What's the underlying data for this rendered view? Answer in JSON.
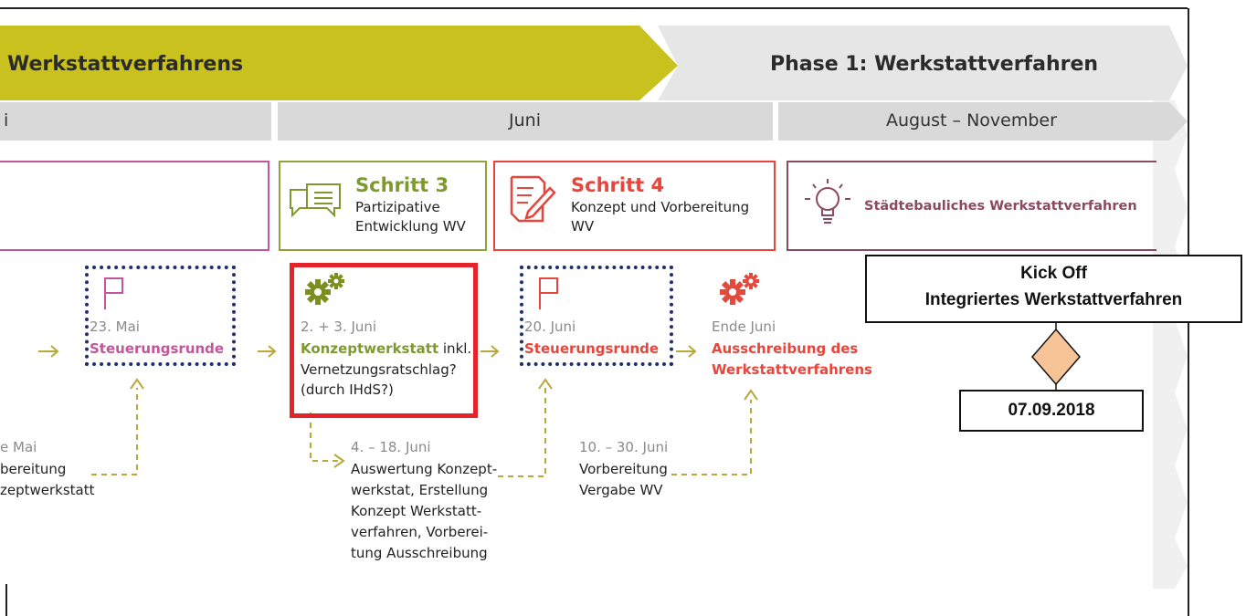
{
  "phases": {
    "left": "Werkstattverfahrens",
    "right": "Phase 1: Werkstattverfahren"
  },
  "months": {
    "left": "i",
    "center": "Juni",
    "right": "August – November"
  },
  "steps": {
    "schritt3": {
      "title": "Schritt 3",
      "line1": "Partizipative",
      "line2": "Entwicklung WV"
    },
    "schritt4": {
      "title": "Schritt 4",
      "line1": "Konzept und Vorbereitung",
      "line2": "WV"
    },
    "werkstatt": {
      "label": "Städtebauliches Werkstattverfahren"
    }
  },
  "events": {
    "mai23": {
      "date": "23. Mai",
      "label": "Steuerungsrunde"
    },
    "juni2": {
      "date": "2. + 3. Juni",
      "label": "Konzeptwerkstatt",
      "suffix": " inkl.",
      "line3": "Vernetzungsratschlag?",
      "line4": "(durch IHdS?)"
    },
    "juni20": {
      "date": "20. Juni",
      "label": "Steuerungsrunde"
    },
    "endeJuni": {
      "date": "Ende Juni",
      "line1": "Ausschreibung des",
      "line2": "Werkstattverfahrens"
    }
  },
  "subtasks": {
    "left": {
      "date": "e Mai",
      "line1": "bereitung",
      "line2": "zeptwerkstatt"
    },
    "juni4": {
      "date": "4. – 18. Juni",
      "lines": [
        "Auswertung Konzept-",
        "werkstat, Erstellung",
        "Konzept Werkstatt-",
        "verfahren, Vorberei-",
        "tung Ausschreibung"
      ]
    },
    "juni10": {
      "date": "10. – 30. Juni",
      "line1": "Vorbereitung",
      "line2": "Vergabe WV"
    }
  },
  "kickoff": {
    "line1": "Kick Off",
    "line2": "Integriertes Werkstattverfahren",
    "date": "07.09.2018"
  },
  "colors": {
    "phase_green": "#c9c21e",
    "phase_grey": "#e6e6e6",
    "month_grey": "#d9d9d9",
    "navy_dotted": "#1f2f6e",
    "highlight_red": "#e3242b",
    "diamond": "#f7c498"
  },
  "icons": [
    "speech-bubbles-icon",
    "form-pencil-icon",
    "lightbulb-icon",
    "flag-icon",
    "gears-icon",
    "arrow-right-icon",
    "arrow-up-icon"
  ]
}
